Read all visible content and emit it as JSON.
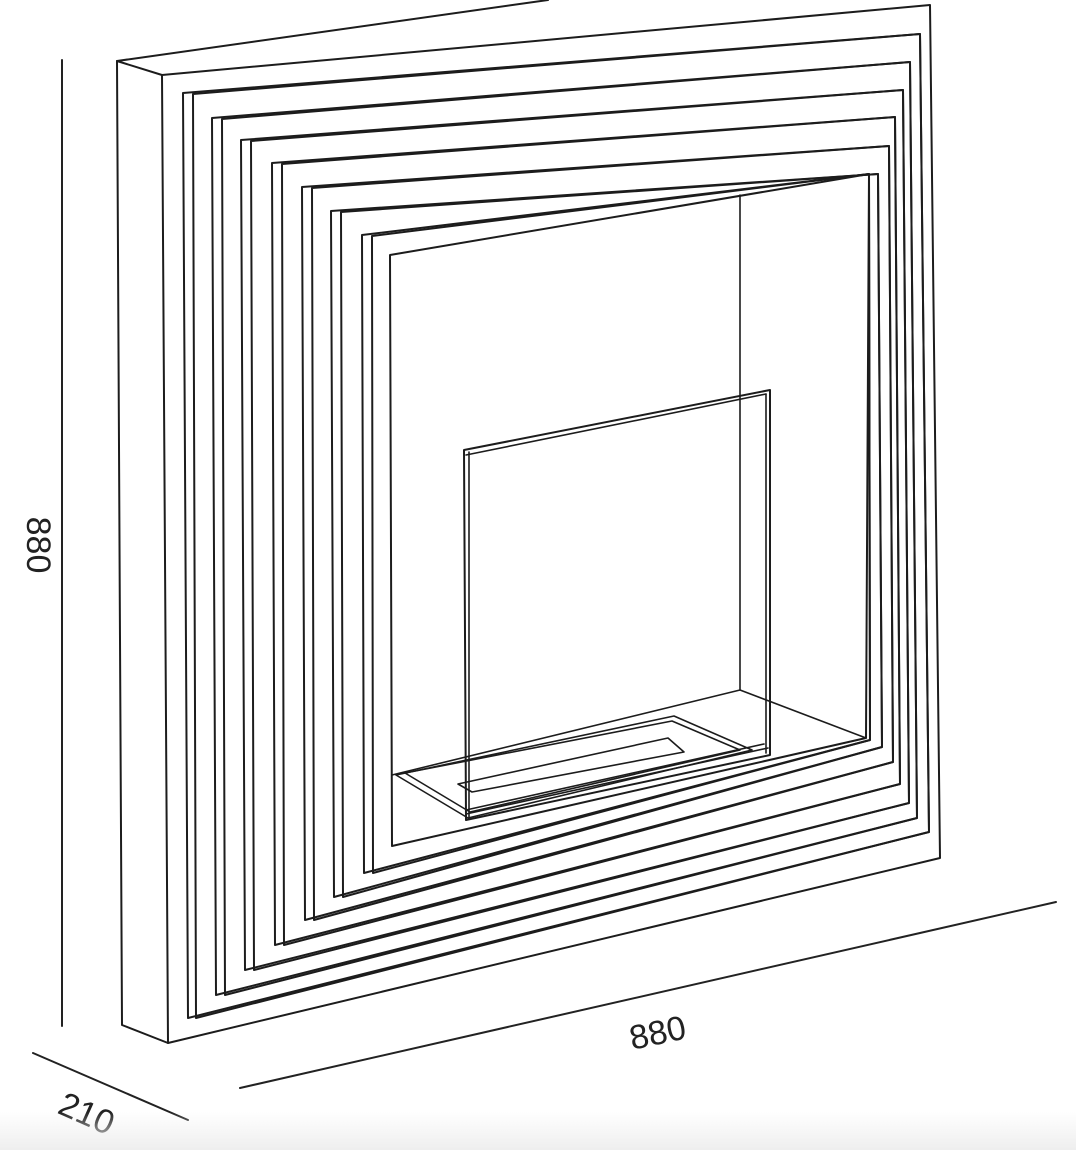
{
  "dimensions": {
    "height_label": "880",
    "width_label": "880",
    "depth_label": "210"
  }
}
